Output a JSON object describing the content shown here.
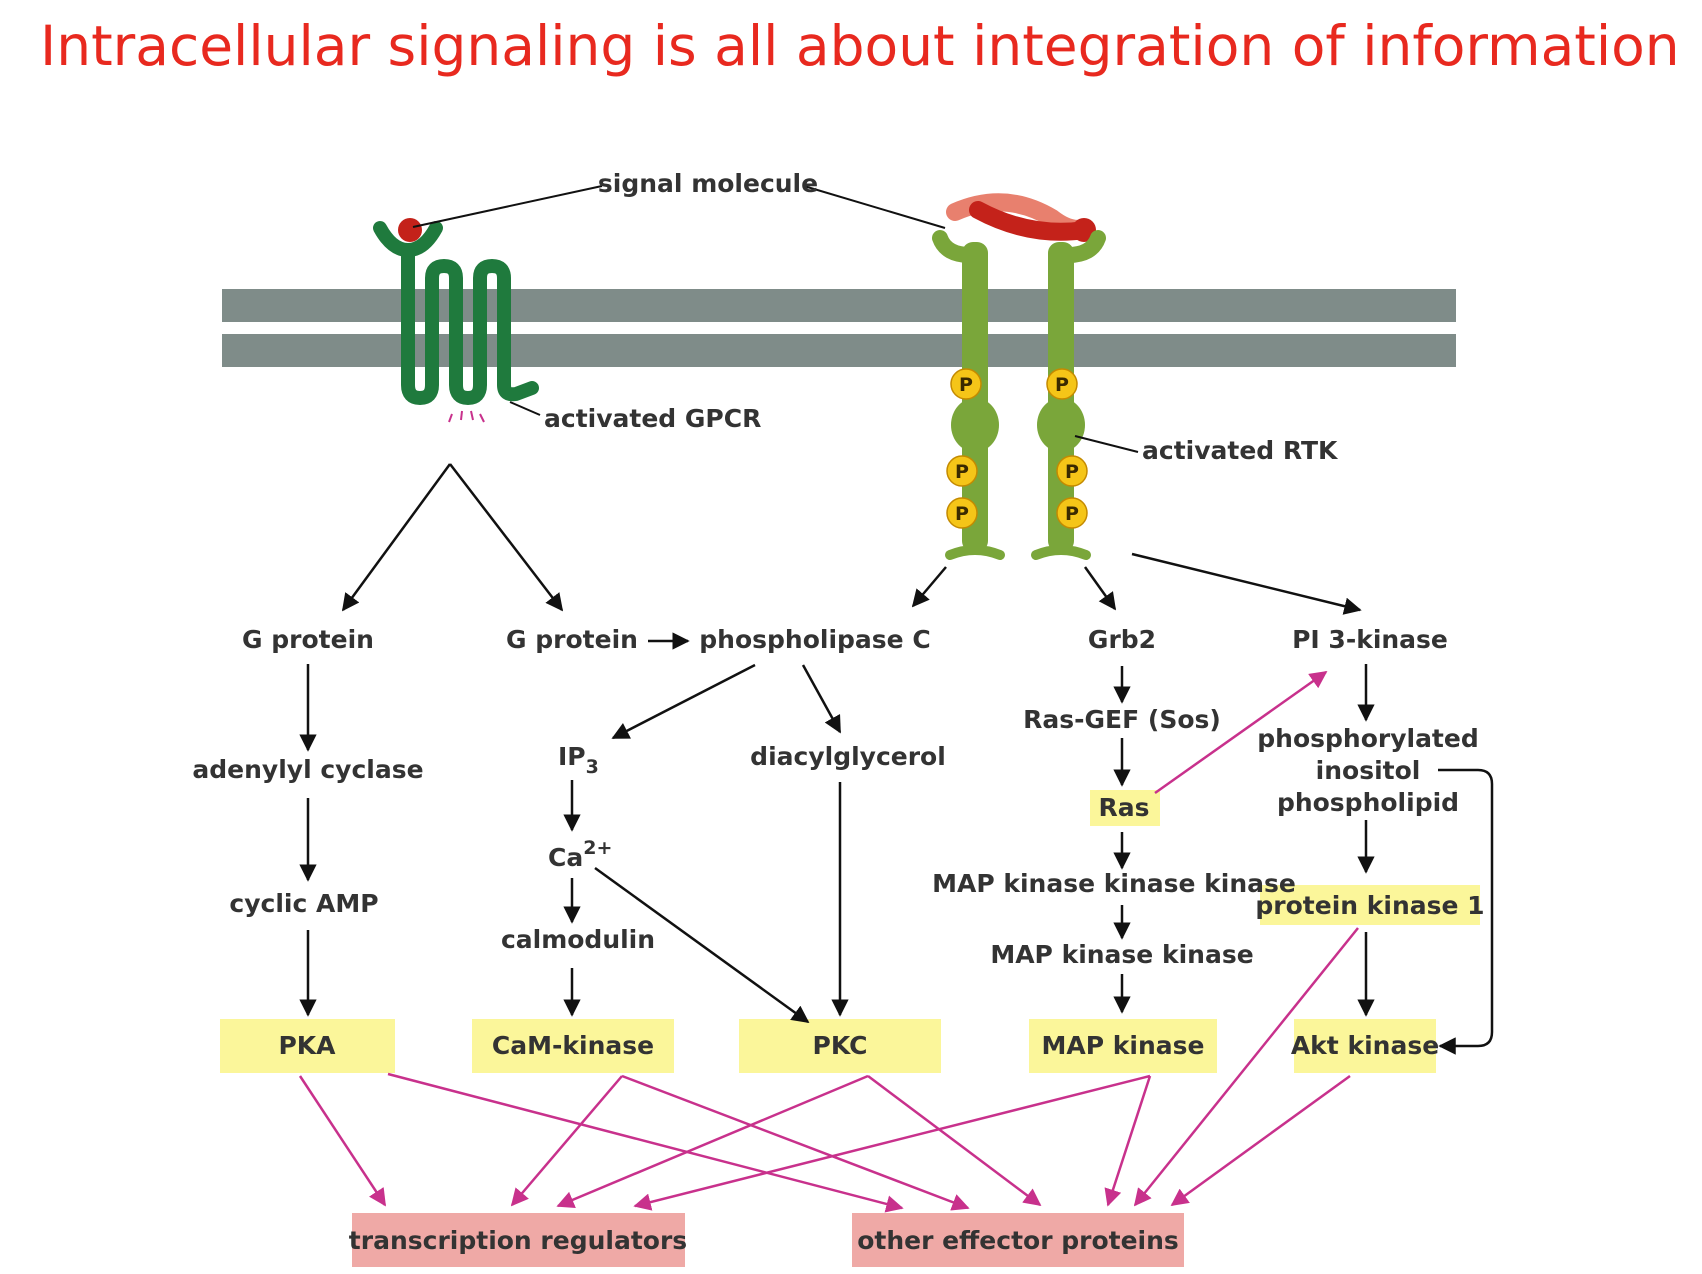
{
  "title": "Intracellular signaling is all about integration of information",
  "receptors": {
    "signal_molecule": "signal molecule",
    "activated_gpcr": "activated GPCR",
    "activated_rtk": "activated RTK",
    "phospho_label": "P"
  },
  "gpcr_pathways": {
    "g_protein_1": "G protein",
    "g_protein_2": "G protein",
    "adenylyl_cyclase": "adenylyl cyclase",
    "cyclic_amp": "cyclic AMP",
    "pka": "PKA",
    "phospholipase_c": "phospholipase C",
    "ip3_main": "IP",
    "ip3_sub": "3",
    "ca_main": "Ca",
    "ca_sup": "2+",
    "calmodulin": "calmodulin",
    "cam_kinase": "CaM-kinase",
    "diacylglycerol": "diacylglycerol",
    "pkc": "PKC"
  },
  "rtk_pathways": {
    "grb2": "Grb2",
    "ras_gef": "Ras-GEF (Sos)",
    "ras": "Ras",
    "mapkkk": "MAP kinase kinase kinase",
    "mapkk": "MAP kinase kinase",
    "map_kinase": "MAP kinase",
    "pi3_kinase": "PI 3-kinase",
    "phospho_inositol_1": "phosphorylated",
    "phospho_inositol_2": "inositol",
    "phospho_inositol_3": "phospholipid",
    "protein_kinase_1": "protein kinase 1",
    "akt_kinase": "Akt kinase"
  },
  "targets": {
    "transcription_regulators": "transcription regulators",
    "other_effector_proteins": "other effector proteins"
  },
  "colors": {
    "title": "#e8291f",
    "kinase_box": "#fbf69a",
    "target_box": "#efa9a6",
    "pink_arrow": "#c8318c",
    "membrane": "#7f8c89",
    "gpcr_green": "#1f7a3d",
    "rtk_green": "#7aa63a",
    "ligand_red": "#c4221a",
    "phosphate": "#f5c518"
  }
}
